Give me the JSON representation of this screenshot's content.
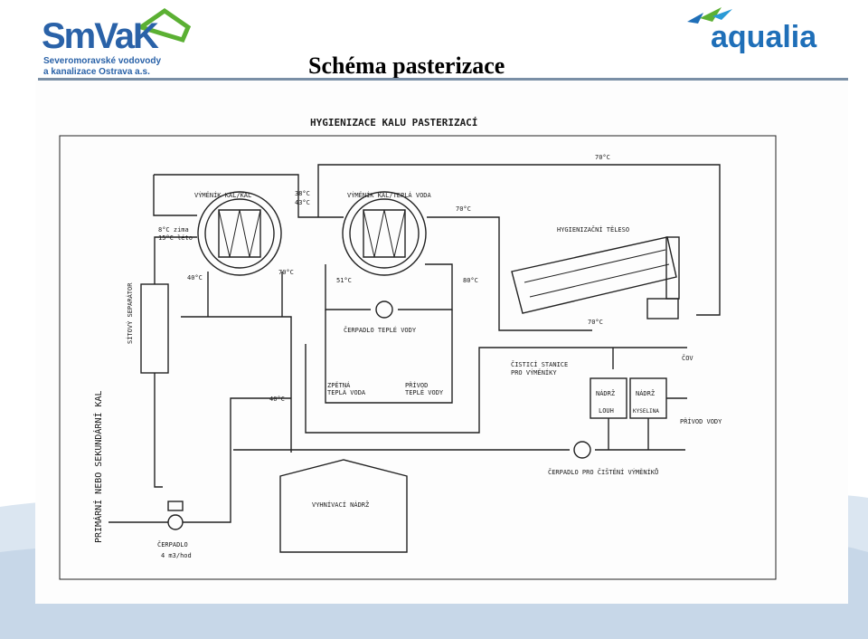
{
  "header": {
    "title": "Schéma pasterizace",
    "logo_left": {
      "word": "SmVaK",
      "line1": "Severomoravské vodovody",
      "line2": "a kanalizace Ostrava a.s."
    },
    "logo_right": {
      "word": "aqualia"
    }
  },
  "diagram": {
    "title": "HYGIENIZACE KALU PASTERIZACÍ",
    "hx1_label": "VÝMĚNÍK KAL/KAL",
    "hx2_label": "VÝMĚNÍK KAL/TEPLÁ VODA",
    "temp_38_45_a": "38°C",
    "temp_38_45_b": "43°C",
    "temp_winter_a": "8°C zima",
    "temp_winter_b": "15°C léto",
    "temp_40_left": "40°C",
    "temp_70_hx1": "70°C",
    "temp_70_hx2": "70°C",
    "temp_70_top": "70°C",
    "temp_51": "51°C",
    "temp_80": "80°C",
    "temp_70_bottom": "70°C",
    "temp_40_mid": "40°C",
    "hyg_body": "HYGIENIZAČNÍ TĚLESO",
    "pump_hot": "ČERPADLO TEPLÉ VODY",
    "return_a": "ZPĚTNÁ",
    "return_b": "TEPLÁ VODA",
    "supply_a": "PŘÍVOD",
    "supply_b": "TEPLÉ VODY",
    "cleaning_a": "ČISTICÍ STANICE",
    "cleaning_b": "PRO VÝMĚNÍKY",
    "cov": "ČOV",
    "tank_label": "NÁDRŽ",
    "lye": "LOUH",
    "acid": "KYSELINA",
    "water_supply": "PŘÍVOD VODY",
    "pump_cleaning": "ČERPADLO PRO ČIŠTĚNÍ VÝMĚNÍKŮ",
    "digester": "VYHNÍVACÍ NÁDRŽ",
    "pump_main": "ČERPADLO",
    "pump_flow": "4 m3/hod",
    "screen_sep": "SÍTOVÝ SEPARÁTOR",
    "sludge": "PRIMÁRNÍ NEBO SEKUNDÁRNÍ KAL"
  },
  "colors": {
    "brand_blue": "#2a62a8",
    "brand_green": "#5bb033",
    "title": "#000000"
  }
}
